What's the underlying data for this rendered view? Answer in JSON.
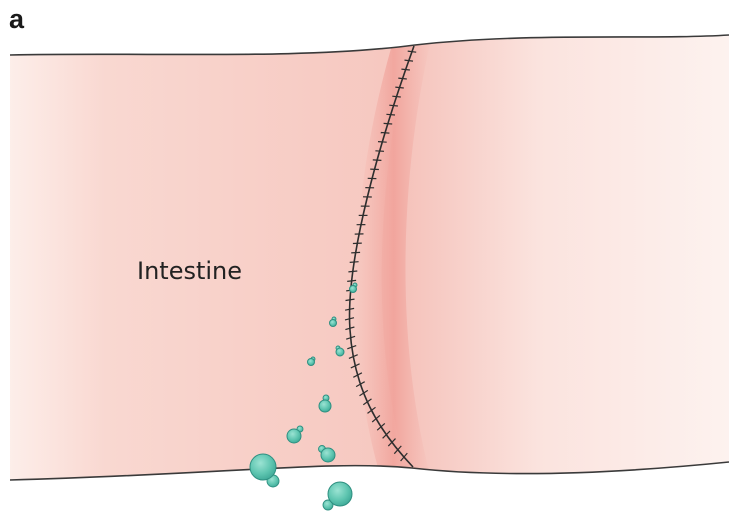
{
  "figure": {
    "panel_label": "a",
    "organ_label": "Intestine"
  },
  "colors": {
    "tissue_base": "#f7cdc6",
    "tissue_highlight": "#fdf0ec",
    "tissue_inflamed": "#f2aaa2",
    "outline": "#3a3a3a",
    "suture": "#2e2e2e",
    "bacteria_fill": "#5ec5b0",
    "bacteria_dark": "#2e8f80"
  },
  "icons": {
    "suture": "anastomosis-suture-line",
    "bacteria": "leaking-bacteria"
  }
}
